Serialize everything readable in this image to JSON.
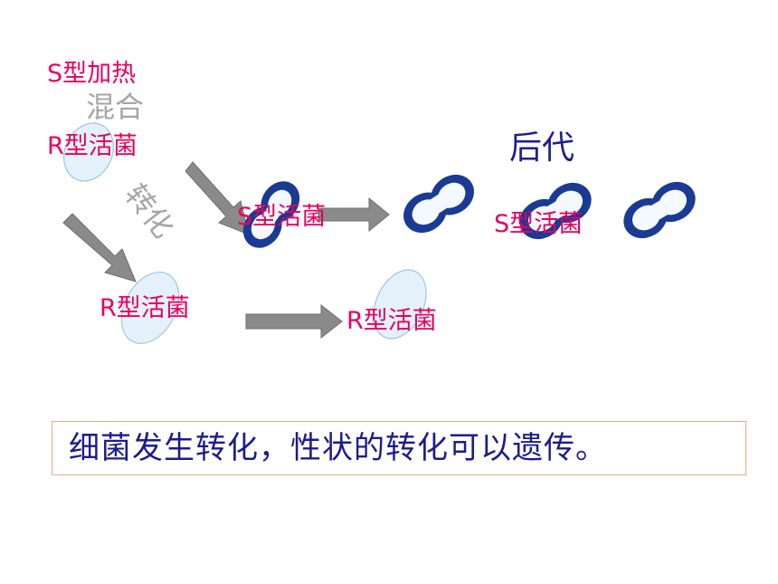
{
  "labels": {
    "s_heated": "S型加热",
    "mix": "混合",
    "r_live_top": "R型活菌",
    "transform": "转化",
    "s_live_converted": "S型活菌",
    "offspring": "后代",
    "s_live_offspring": "S型活菌",
    "r_live_middle": "R型活菌",
    "r_live_right": "R型活菌"
  },
  "conclusion": "细菌发生转化，性状的转化可以遗传。",
  "colors": {
    "pink_text": "#e8005f",
    "navy_text": "#1f1f8f",
    "gray_text": "#a6a6a6",
    "capsule_ring": "#1a3a94",
    "cell_fill": "#f4f9ff",
    "r_cell_fill": "#e4f1fb",
    "arrow_fill": "#8a8a8a",
    "box_border": "#f0a878"
  }
}
